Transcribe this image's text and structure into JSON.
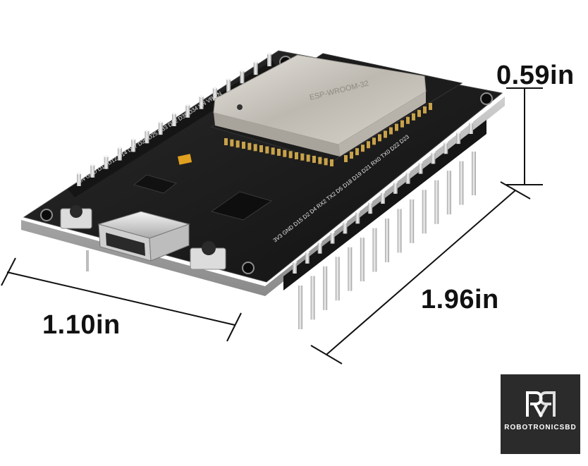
{
  "dimensions": {
    "height": "0.59in",
    "length": "1.96in",
    "width": "1.10in"
  },
  "watermark": {
    "brand": "ROBOTRONICSBD"
  },
  "board": {
    "silkscreen_left": "VIN GND D13 D12 D14 D27 D26 D25 D33 D32 D35 D34 VN VP EN",
    "silkscreen_right": "3V3 GND D15 D2 D4 RX2 TX2 D5 D18 D19 D21 RX0 TX0 D22 D23",
    "module_label": "ESP-WROOM-32"
  },
  "colors": {
    "board": "#1b1b1b",
    "module_shield": "#c9c6c0",
    "pin_gold": "#c8a24a",
    "header_black": "#151515",
    "text": "#111111",
    "logo_bg": "#2b2b2b"
  }
}
